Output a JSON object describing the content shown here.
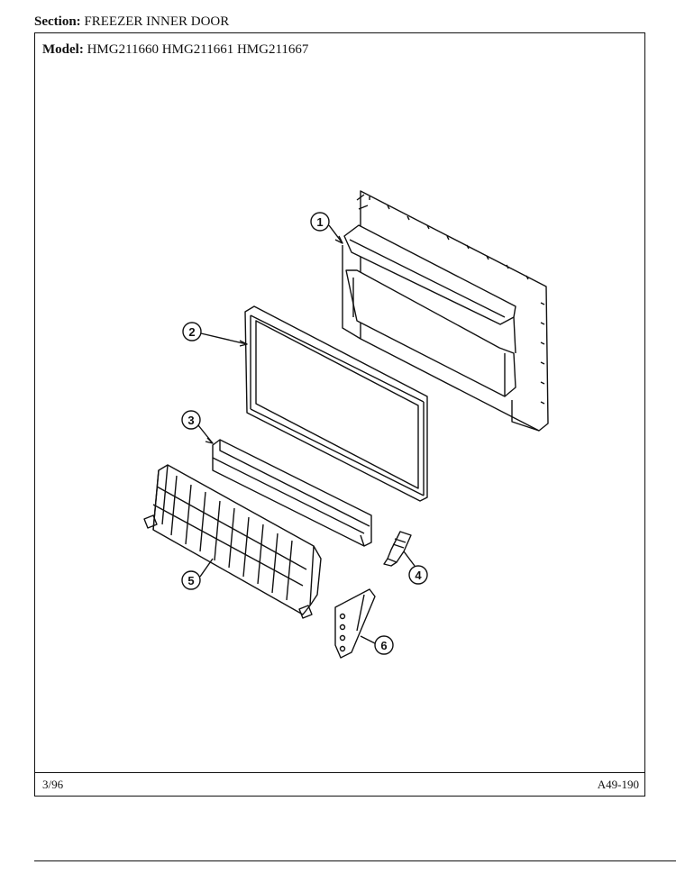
{
  "header": {
    "section_label": "Section:",
    "section_value": "FREEZER INNER DOOR",
    "model_label": "Model:",
    "model_value": "HMG211660  HMG211661  HMG211667"
  },
  "footer": {
    "date": "3/96",
    "code": "A49-190"
  },
  "callouts": [
    "1",
    "2",
    "3",
    "4",
    "5",
    "6"
  ]
}
